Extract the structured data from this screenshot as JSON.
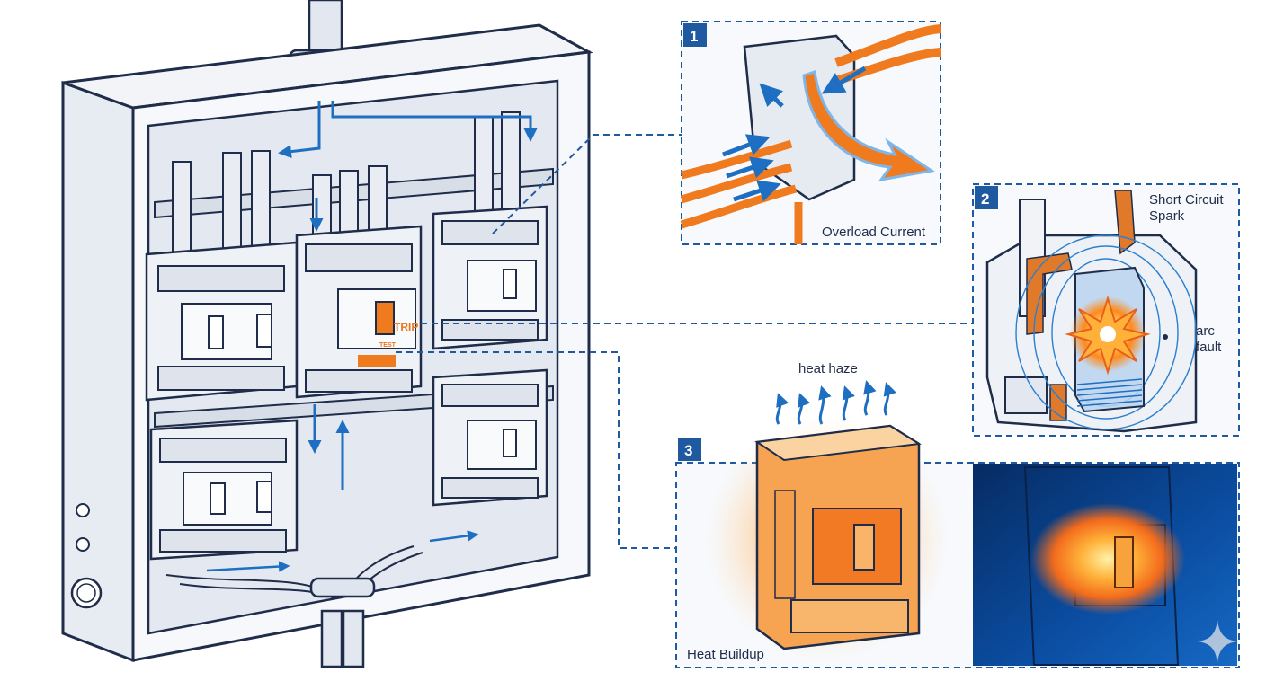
{
  "main_panel": {
    "breaker_trip_label": "TRIP",
    "breaker_rating_label": "TEST"
  },
  "callouts": [
    {
      "number": "1",
      "caption": "Overload Current"
    },
    {
      "number": "2",
      "caption": "Short Circuit Spark",
      "caption_line1": "Short Circuit",
      "caption_line2": "Spark",
      "side_label_line1": "arc",
      "side_label_line2": "fault"
    },
    {
      "number": "3",
      "caption": "Heat Buildup",
      "top_label": "heat haze"
    }
  ],
  "colors": {
    "outline": "#1f2d4a",
    "accent_blue": "#1e6fc2",
    "accent_orange": "#f07a1e",
    "cabinet": "#eef1f6",
    "thermal_bg": "#0b3f86"
  }
}
